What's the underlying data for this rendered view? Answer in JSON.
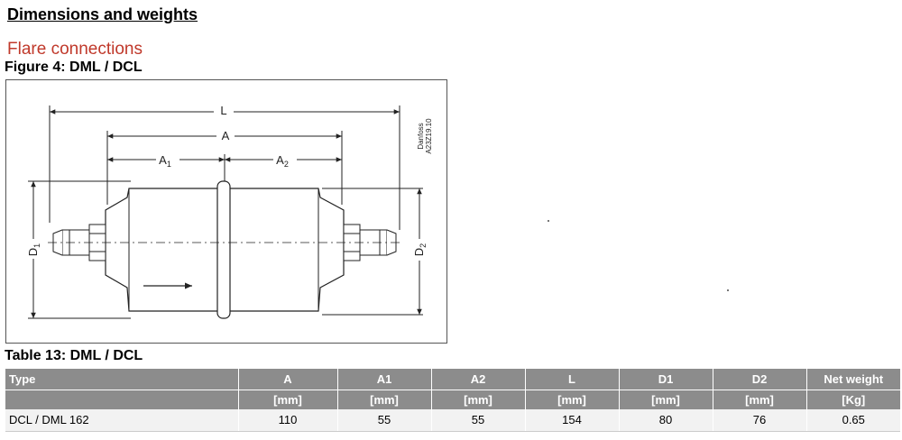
{
  "heading": "Dimensions and weights",
  "subheading": "Flare connections",
  "figure": {
    "caption": "Figure 4: DML / DCL",
    "stamp_line1": "Danfoss",
    "stamp_line2": "A23Z19.10",
    "dim_L": "L",
    "dim_A": "A",
    "dim_A1": "A",
    "dim_A1_sub": "1",
    "dim_A2": "A",
    "dim_A2_sub": "2",
    "dim_D1": "D",
    "dim_D1_sub": "1",
    "dim_D2": "D",
    "dim_D2_sub": "2"
  },
  "table": {
    "caption": "Table 13: DML / DCL",
    "headers": [
      "Type",
      "A",
      "A1",
      "A2",
      "L",
      "D1",
      "D2",
      "Net weight"
    ],
    "units": [
      "",
      "[mm]",
      "[mm]",
      "[mm]",
      "[mm]",
      "[mm]",
      "[mm]",
      "[Kg]"
    ],
    "rows": [
      [
        "DCL / DML 162",
        "110",
        "55",
        "55",
        "154",
        "80",
        "76",
        "0.65"
      ]
    ]
  }
}
